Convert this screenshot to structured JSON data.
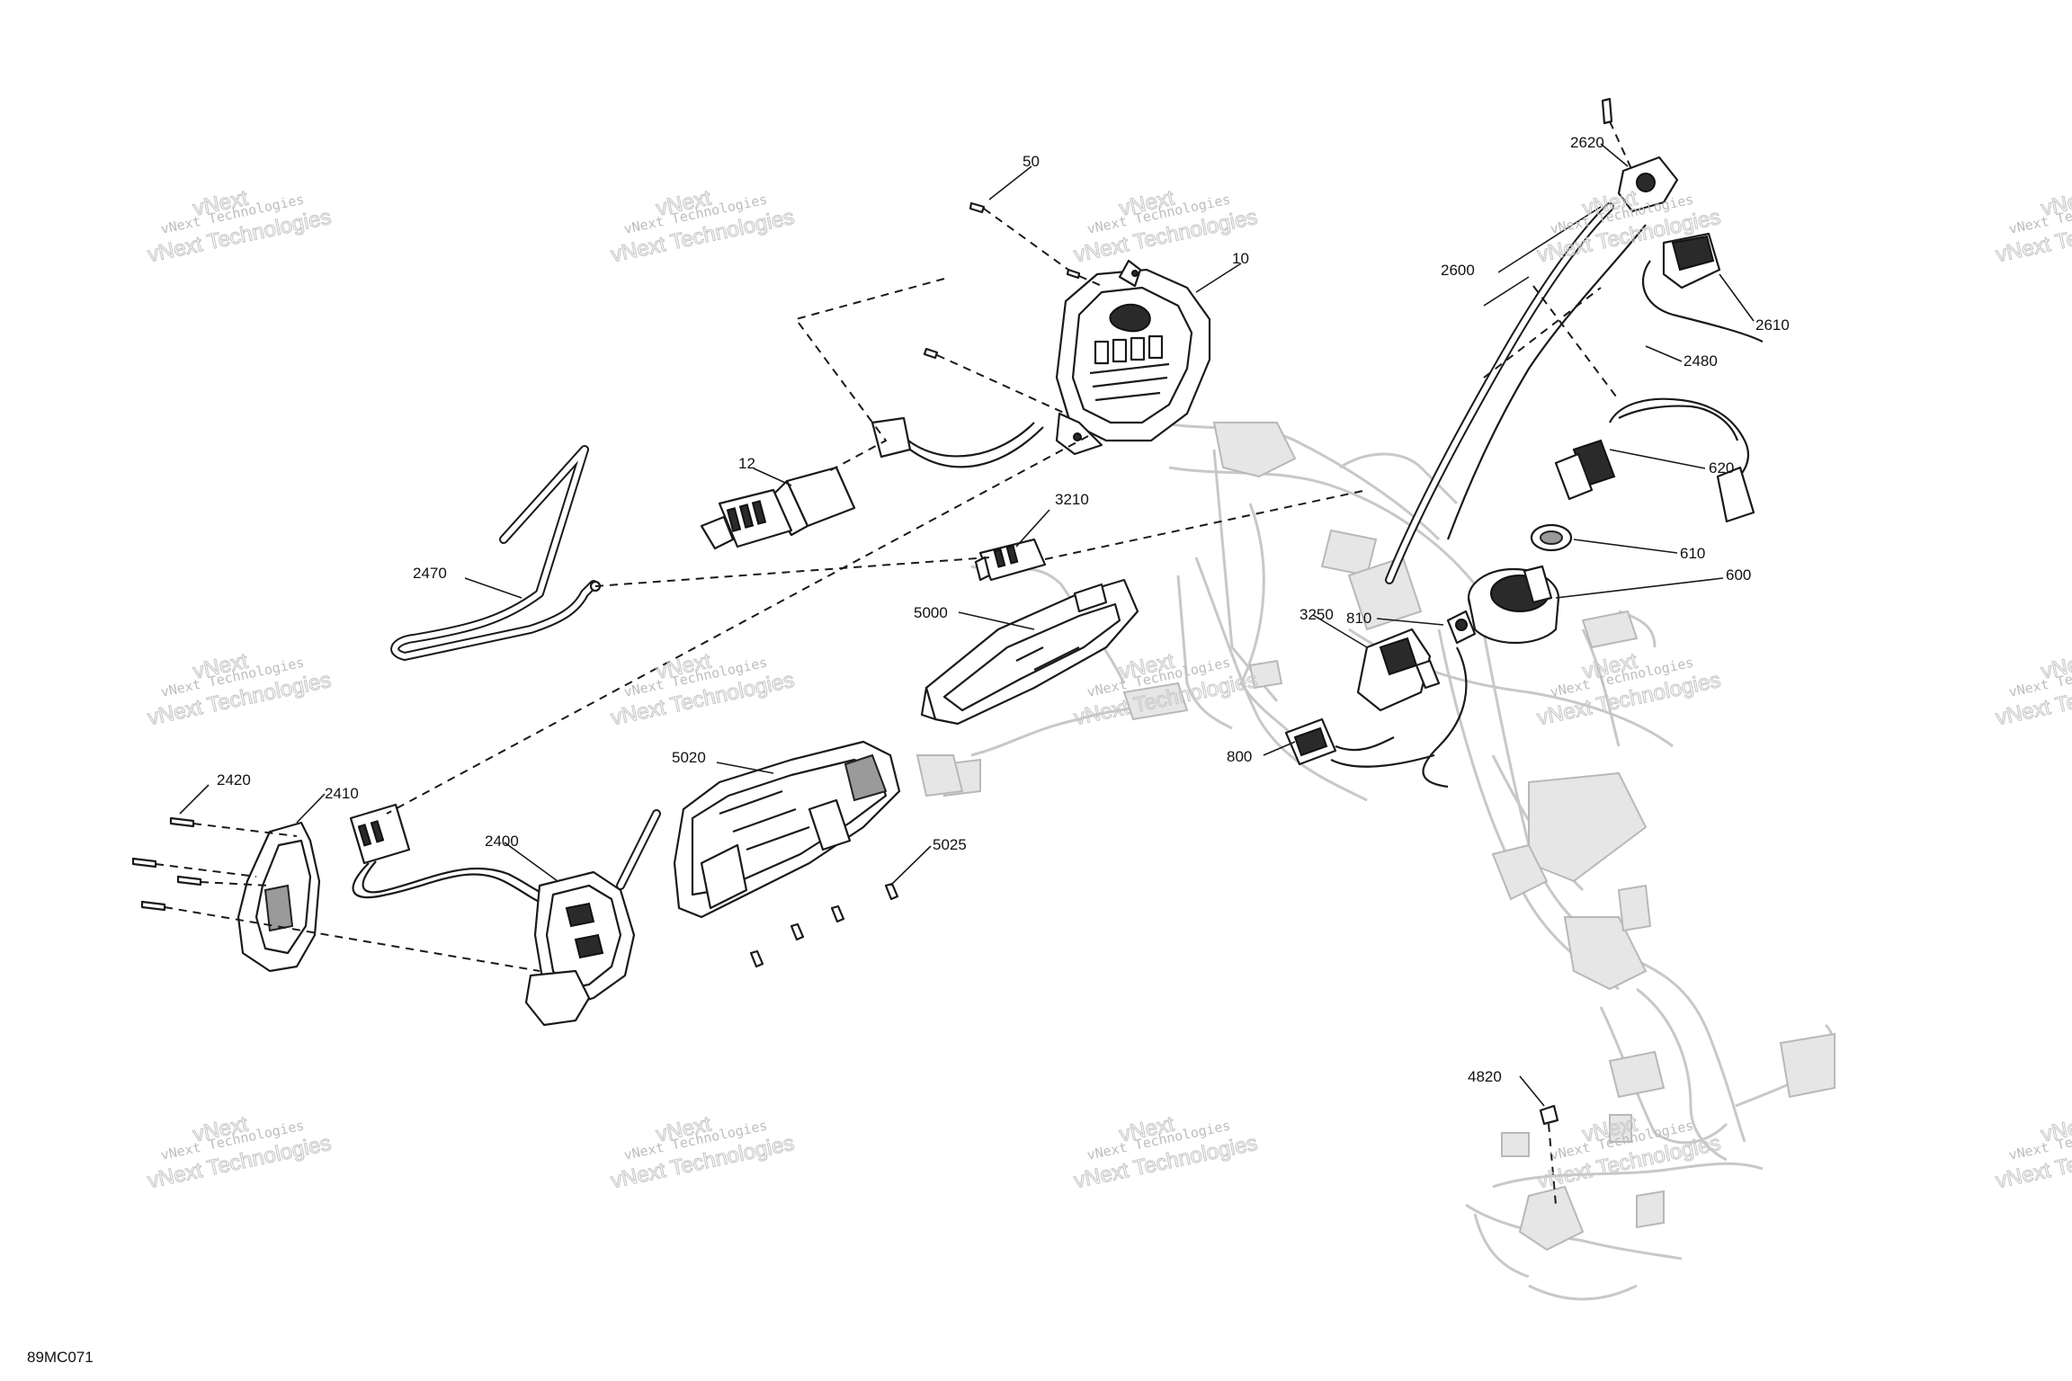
{
  "diagram_code": "89MC071",
  "watermark": {
    "line1": "vNext Technologies",
    "line2": "vNext Technologies",
    "small": "vNext"
  },
  "callouts": {
    "c2620": "2620",
    "c50": "50",
    "c10": "10",
    "c2600": "2600",
    "c2610": "2610",
    "c2480": "2480",
    "c12": "12",
    "c620": "620",
    "c3210": "3210",
    "c2470": "2470",
    "c610": "610",
    "c600": "600",
    "c5000": "5000",
    "c3250": "3250",
    "c810": "810",
    "c800": "800",
    "c5020": "5020",
    "c2420": "2420",
    "c2410": "2410",
    "c2400": "2400",
    "c5025": "5025",
    "c4820": "4820"
  }
}
